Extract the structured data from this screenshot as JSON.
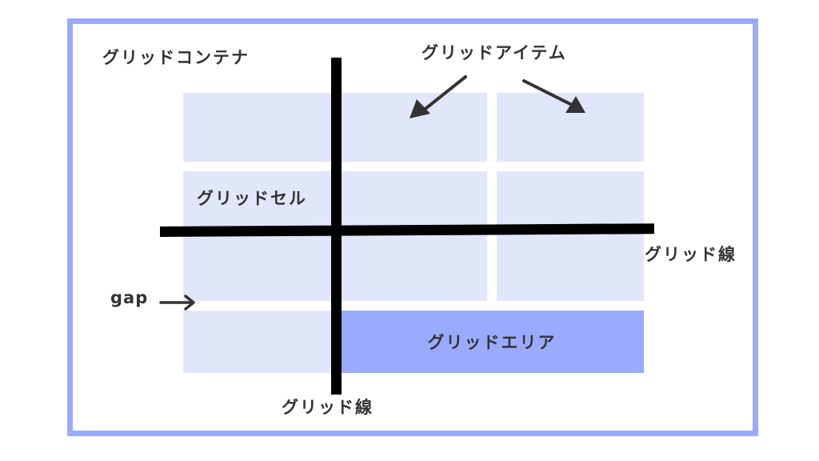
{
  "labels": {
    "grid_container": "グリッドコンテナ",
    "grid_item": "グリッドアイテム",
    "grid_cell": "グリッドセル",
    "grid_line_horizontal": "グリッド線",
    "grid_line_vertical": "グリッド線",
    "gap": "gap",
    "grid_area": "グリッドエリア"
  },
  "colors": {
    "container_border": "#9aabff",
    "cell_fill": "#e1e6fb",
    "area_fill": "#9aabff",
    "grid_line": "#000000",
    "text": "#333333"
  },
  "grid": {
    "columns": 3,
    "rows": 4,
    "highlighted_area": {
      "row_start": 4,
      "row_end": 4,
      "col_start": 2,
      "col_end": 3
    }
  }
}
